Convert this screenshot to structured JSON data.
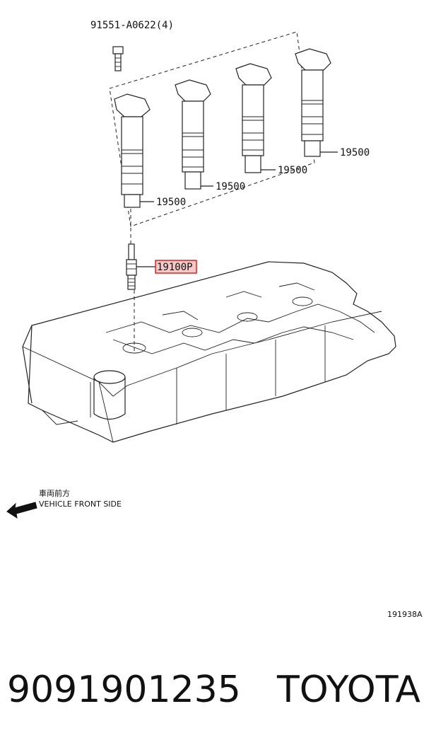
{
  "labels": {
    "bolt": "91551-A0622(4)",
    "coil_1": "19500",
    "coil_2": "19500",
    "coil_3": "19500",
    "coil_4": "19500",
    "spark_plug": "19100P",
    "front_side_jp": "車両前方",
    "front_side_en": "VEHICLE FRONT SIDE",
    "diagram_id": "191938A"
  },
  "caption": {
    "part_number": "9091901235",
    "brand": "TOYOTA"
  },
  "colors": {
    "highlight_border": "#e02020",
    "highlight_fill": "#f6c9c9",
    "ink": "#222222"
  }
}
